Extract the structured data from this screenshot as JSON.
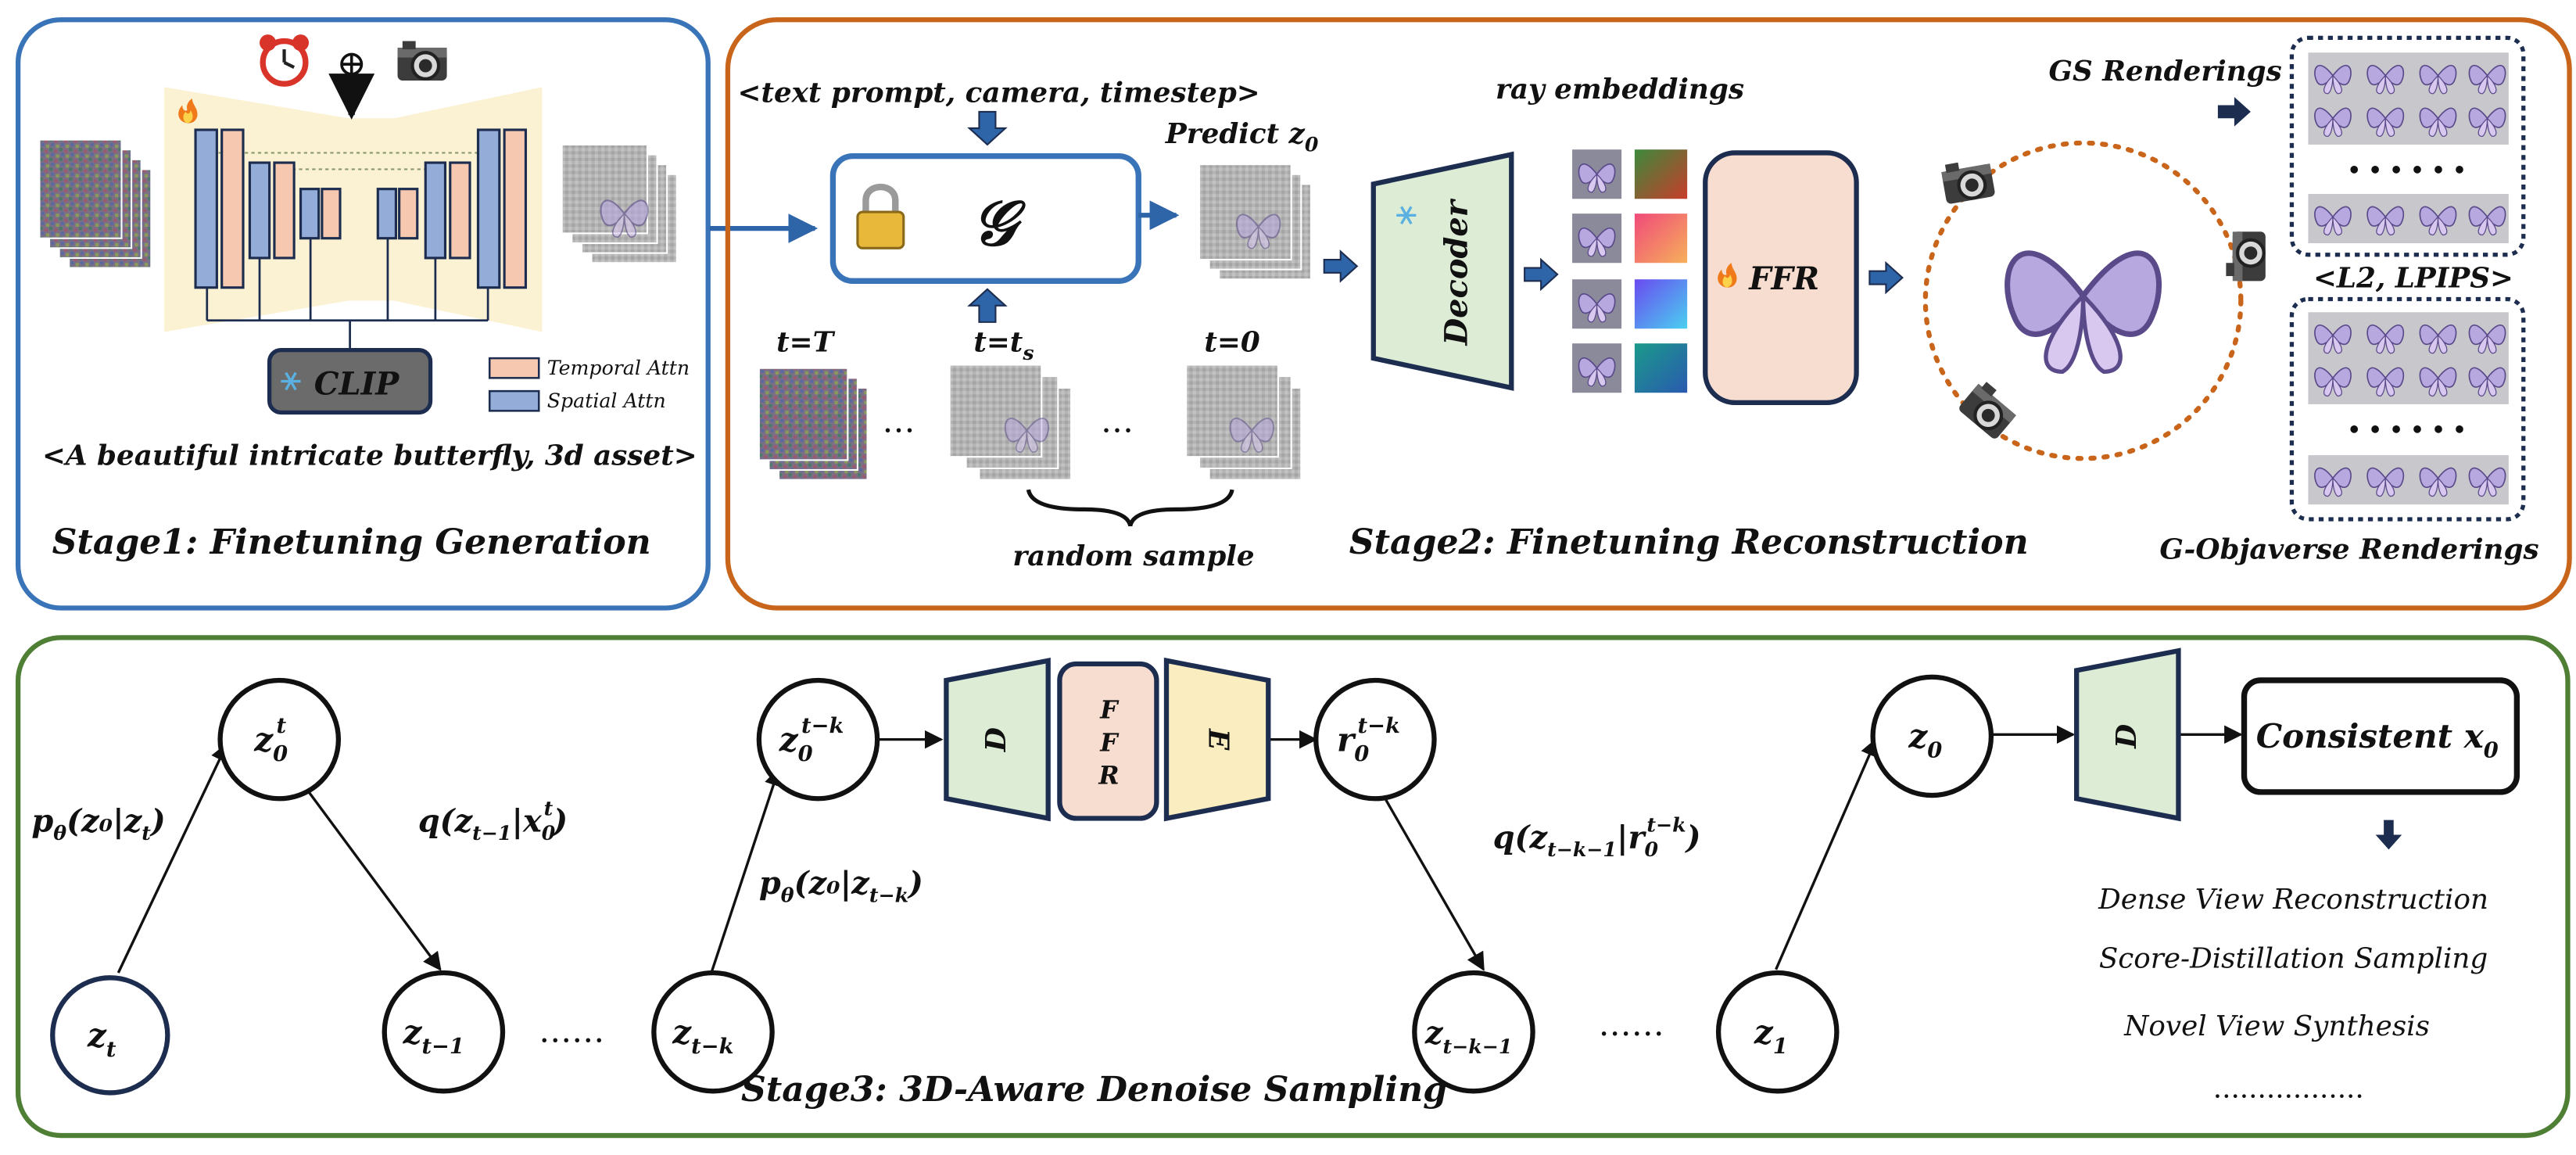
{
  "colors": {
    "stage1": "#3a74b8",
    "stage2": "#c8651a",
    "stage3": "#4e7f35",
    "navy": "#1d2d50",
    "arrow_blue": "#2e64a8",
    "temporal_attn": "#f6c8b0",
    "spatial_attn": "#93acd8",
    "unet_bg": "#fbf1d3",
    "decoder_fill": "#dcecd5",
    "ffr_fill": "#f7dcd0",
    "encoder_fill": "#faedc0",
    "clip_fill": "#6b6b6b"
  },
  "stage1": {
    "title": "Stage1: Finetuning Generation",
    "clip_label": "CLIP",
    "legend_temporal": "Temporal Attn",
    "legend_spatial": "Spatial Attn",
    "plus_symbol": "⊕",
    "prompt": "<A beautiful intricate butterfly,  3d asset>",
    "icons": [
      "alarm-clock-icon",
      "camera-icon",
      "fire-icon",
      "snowflake-icon"
    ]
  },
  "stage2": {
    "title": "Stage2: Finetuning Reconstruction",
    "condition": "<text prompt, camera, timestep>",
    "model_symbol": "𝒢",
    "predict_label": "Predict z",
    "predict_sub": "0",
    "t_T": "t=T",
    "t_s": "t=t",
    "t_s_sub": "s",
    "t_0": "t=0",
    "ellipsis": "…",
    "random_sample": "random sample",
    "ray_embeddings": "ray embeddings",
    "decoder_label": "Decoder",
    "ffr_label": "FFR",
    "gs_renderings": "GS Renderings",
    "loss_label": "<L2, LPIPS>",
    "dots": "• • • • • •",
    "gobj_renderings": "G-Objaverse Renderings",
    "icons": [
      "lock-icon",
      "snowflake-icon",
      "fire-icon",
      "camera-icon",
      "butterfly-icon"
    ]
  },
  "stage3": {
    "title": "Stage3: 3D-Aware Denoise Sampling",
    "node_zt": "z",
    "node_zt_sub": "t",
    "node_z0t": "z",
    "node_z0t_sub": "0",
    "node_z0t_sup": "t",
    "node_zt1": "z",
    "node_zt1_sub": "t−1",
    "node_ztk": "z",
    "node_ztk_sub": "t−k",
    "node_z0tk": "z",
    "node_z0tk_sub": "0",
    "node_z0tk_sup": "t−k",
    "node_r0tk": "r",
    "node_r0tk_sub": "0",
    "node_r0tk_sup": "t−k",
    "node_ztk1": "z",
    "node_ztk1_sub": "t−k−1",
    "node_z1": "z",
    "node_z1_sub": "1",
    "node_z0": "z",
    "node_z0_sub": "0",
    "dots1": "……",
    "dots2": "……",
    "p_theta_1": "p",
    "p_theta_1_rest": "(z₀|z",
    "p_theta_1_sub": "t",
    "q1_prefix": "q(z",
    "q1_sub": "t−1",
    "q1_mid": "|x",
    "q1_sub2": "0",
    "q1_sup2": "t",
    "p_theta_2": "p",
    "p_theta_2_rest": "(z₀|z",
    "p_theta_2_sub": "t−k",
    "q2_prefix": "q(z",
    "q2_sub": "t−k−1",
    "q2_mid": "|r",
    "q2_sub2": "0",
    "q2_sup2": "t−k",
    "d_label": "D",
    "f_label": "F",
    "r_label": "R",
    "e_label": "E",
    "d2_label": "D",
    "consistent_label": "Consistent x",
    "consistent_sub": "0",
    "applications": [
      "Dense View Reconstruction",
      "Score-Distillation Sampling",
      "Novel View Synthesis"
    ],
    "app_more": "................."
  }
}
